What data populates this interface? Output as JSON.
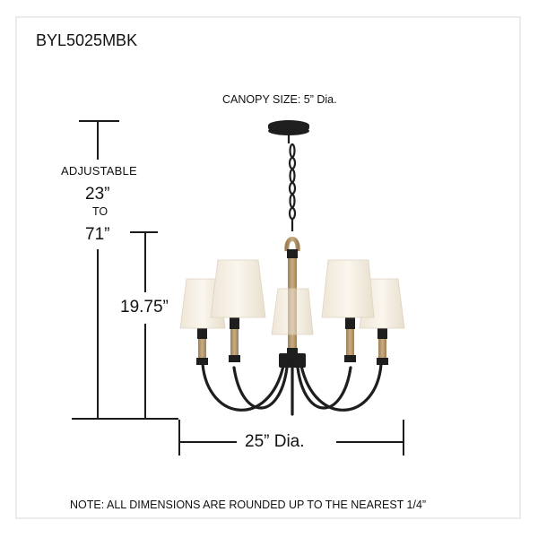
{
  "header": {
    "model_number": "BYL5025MBK"
  },
  "canopy": {
    "label": "CANOPY SIZE: 5” Dia."
  },
  "overall_height": {
    "adjustable_label": "ADJUSTABLE",
    "min": "23”",
    "to_label": "TO",
    "max": "71”"
  },
  "body_height": {
    "value": "19.75”"
  },
  "diameter": {
    "value": "25” Dia."
  },
  "footer": {
    "note": "NOTE: ALL DIMENSIONS ARE ROUNDED UP TO THE NEAREST 1/4”"
  },
  "fixture": {
    "lights": 5,
    "finish_color": "#1e1e1e",
    "rope_color": "#b89a6e",
    "shade_color": "#f5efe3"
  }
}
